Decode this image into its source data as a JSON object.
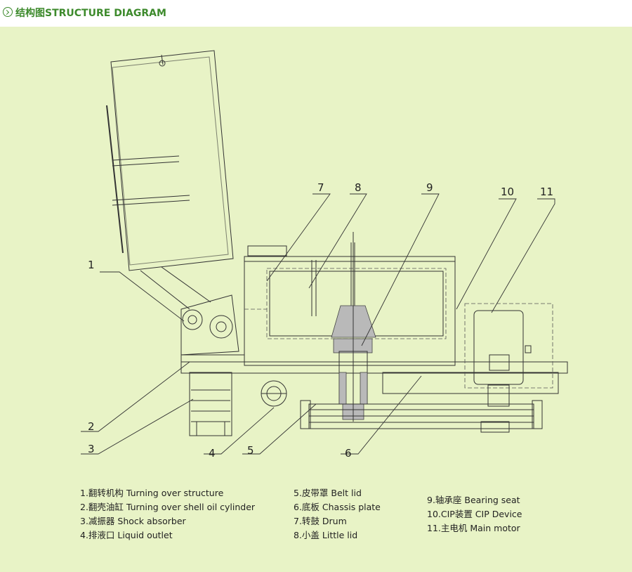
{
  "header": {
    "title": "结构图STRUCTURE DIAGRAM"
  },
  "callouts": [
    "1",
    "2",
    "3",
    "4",
    "5",
    "6",
    "7",
    "8",
    "9",
    "10",
    "11"
  ],
  "legend": {
    "col1": [
      "1.翻转机构 Turning over structure",
      "2.翻壳油缸 Turning over shell oil cylinder",
      "3.减振器 Shock absorber",
      "4.排液口 Liquid outlet"
    ],
    "col2": [
      "5.皮带罩 Belt lid",
      "6.底板 Chassis plate",
      "7.转鼓 Drum",
      "8.小盖 Little lid"
    ],
    "col3": [
      "9.轴承座 Bearing seat",
      "10.CIP装置 CIP Device",
      "11.主电机 Main motor"
    ]
  }
}
